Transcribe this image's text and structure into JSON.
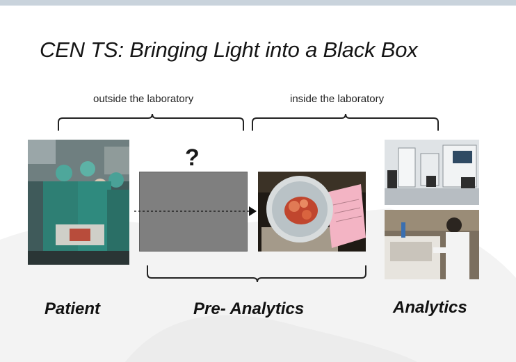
{
  "slide": {
    "title": "CEN TS: Bringing Light into a Black Box",
    "brackets": {
      "outside_label": "outside the laboratory",
      "inside_label": "inside the laboratory"
    },
    "unknown_marker": "?",
    "categories": {
      "patient": "Patient",
      "pre_analytics": "Pre- Analytics",
      "analytics": "Analytics"
    },
    "colors": {
      "black_box": "#7f7f7f",
      "background_shape": "#ececec",
      "top_band": "#c9d3dc"
    },
    "photos": {
      "surgery": "surgical-team-photo",
      "specimen": "tissue-specimen-bowl-photo",
      "lab_instruments": "laboratory-analyzer-photo",
      "lab_technician": "lab-technician-photo"
    }
  }
}
